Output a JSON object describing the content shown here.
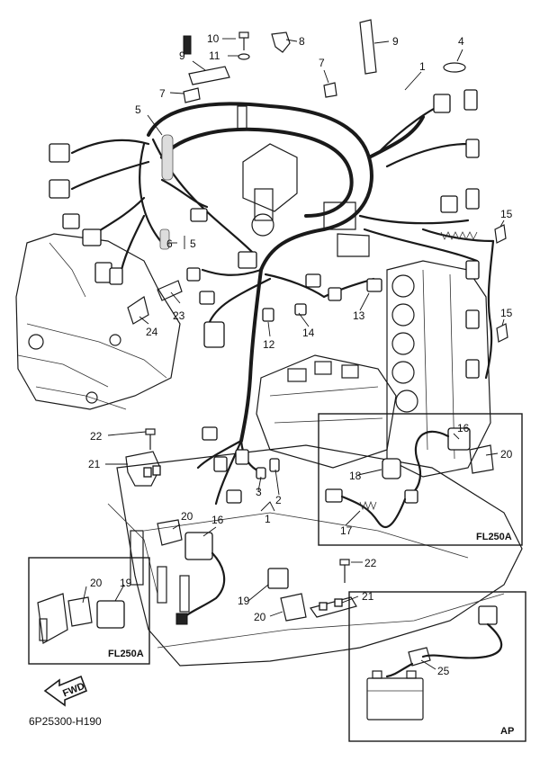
{
  "diagram": {
    "reference_code": "6P25300-H190",
    "fwd_label": "FWD",
    "callouts": {
      "c1a": "1",
      "c1b": "1",
      "c2": "2",
      "c3": "3",
      "c4": "4",
      "c5a": "5",
      "c5b": "5",
      "c6": "6",
      "c7a": "7",
      "c7b": "7",
      "c8": "8",
      "c9a": "9",
      "c9b": "9",
      "c10": "10",
      "c11": "11",
      "c12": "12",
      "c13": "13",
      "c14": "14",
      "c15a": "15",
      "c15b": "15",
      "c16a": "16",
      "c16b": "16",
      "c17": "17",
      "c18": "18",
      "c19a": "19",
      "c19b": "19",
      "c20a": "20",
      "c20b": "20",
      "c20c": "20",
      "c20d": "20",
      "c21a": "21",
      "c21b": "21",
      "c22a": "22",
      "c22b": "22",
      "c23": "23",
      "c24": "24",
      "c25": "25"
    },
    "insets": {
      "fl250a_right": "FL250A",
      "fl250a_left": "FL250A",
      "ap": "AP"
    }
  }
}
